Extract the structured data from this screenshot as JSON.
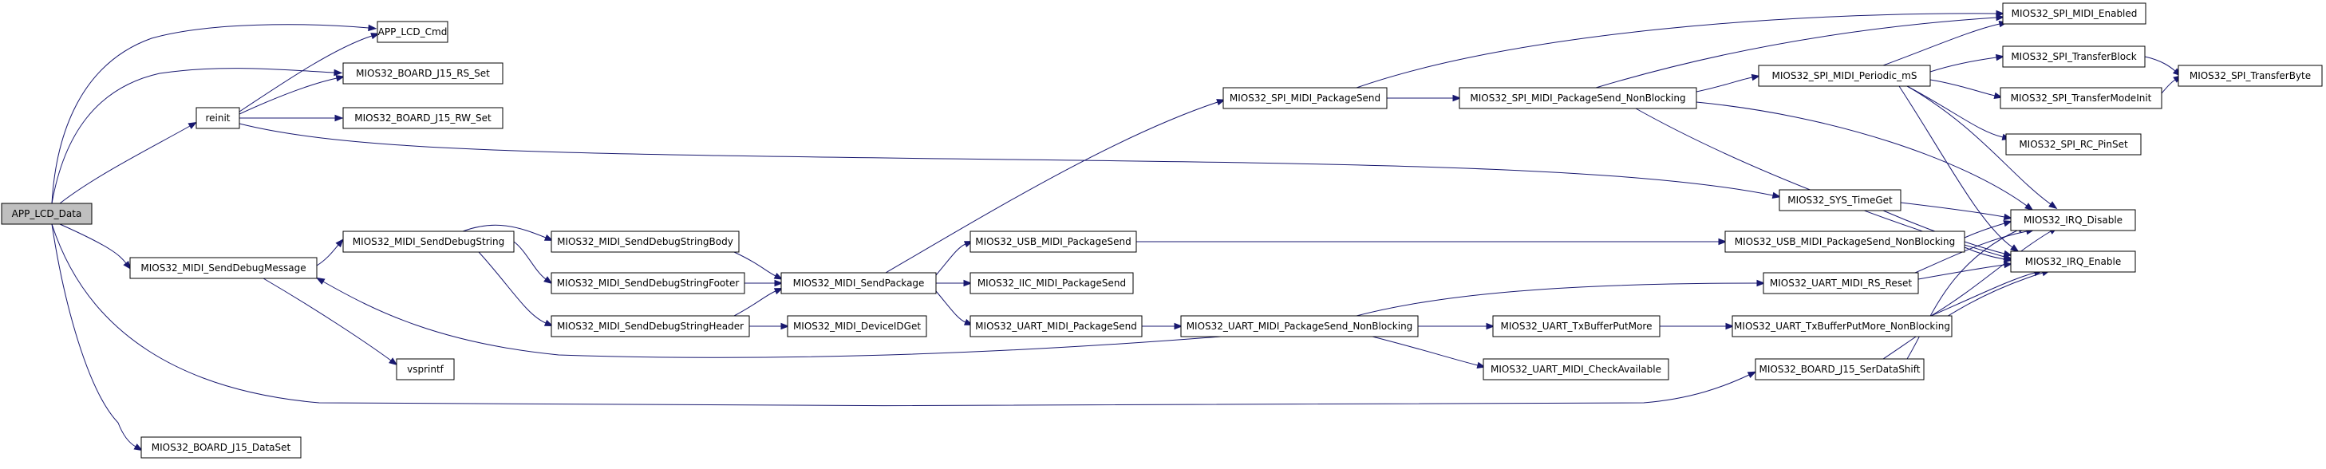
{
  "colors": {
    "edge": "#191970",
    "node_border": "#000000",
    "root_fill": "#bfbfbf",
    "node_fill": "#ffffff"
  },
  "nodes": {
    "app_lcd_data": "APP_LCD_Data",
    "app_lcd_cmd": "APP_LCD_Cmd",
    "board_j15_rs_set": "MIOS32_BOARD_J15_RS_Set",
    "board_j15_rw_set": "MIOS32_BOARD_J15_RW_Set",
    "reinit": "reinit",
    "midi_send_debug_message": "MIOS32_MIDI_SendDebugMessage",
    "board_j15_dataset": "MIOS32_BOARD_J15_DataSet",
    "midi_send_debug_string": "MIOS32_MIDI_SendDebugString",
    "vsprintf": "vsprintf",
    "midi_send_debug_string_body": "MIOS32_MIDI_SendDebugStringBody",
    "midi_send_debug_string_footer": "MIOS32_MIDI_SendDebugStringFooter",
    "midi_send_debug_string_header": "MIOS32_MIDI_SendDebugStringHeader",
    "midi_send_package": "MIOS32_MIDI_SendPackage",
    "midi_device_id_get": "MIOS32_MIDI_DeviceIDGet",
    "spi_midi_package_send": "MIOS32_SPI_MIDI_PackageSend",
    "usb_midi_package_send": "MIOS32_USB_MIDI_PackageSend",
    "iic_midi_package_send": "MIOS32_IIC_MIDI_PackageSend",
    "uart_midi_package_send": "MIOS32_UART_MIDI_PackageSend",
    "spi_midi_package_send_nb": "MIOS32_SPI_MIDI_PackageSend_NonBlocking",
    "uart_midi_package_send_nb": "MIOS32_UART_MIDI_PackageSend_NonBlocking",
    "spi_midi_periodic_ms": "MIOS32_SPI_MIDI_Periodic_mS",
    "sys_time_get": "MIOS32_SYS_TimeGet",
    "usb_midi_package_send_nb": "MIOS32_USB_MIDI_PackageSend_NonBlocking",
    "uart_midi_rs_reset": "MIOS32_UART_MIDI_RS_Reset",
    "uart_tx_buffer_put_more": "MIOS32_UART_TxBufferPutMore",
    "uart_midi_check_available": "MIOS32_UART_MIDI_CheckAvailable",
    "board_j15_ser_data_shift": "MIOS32_BOARD_J15_SerDataShift",
    "spi_midi_enabled": "MIOS32_SPI_MIDI_Enabled",
    "spi_transfer_block": "MIOS32_SPI_TransferBlock",
    "spi_transfer_mode_init": "MIOS32_SPI_TransferModeInit",
    "spi_rc_pin_set": "MIOS32_SPI_RC_PinSet",
    "irq_disable": "MIOS32_IRQ_Disable",
    "irq_enable": "MIOS32_IRQ_Enable",
    "uart_tx_buffer_put_more_nb": "MIOS32_UART_TxBufferPutMore_NonBlocking",
    "spi_transfer_byte": "MIOS32_SPI_TransferByte"
  }
}
